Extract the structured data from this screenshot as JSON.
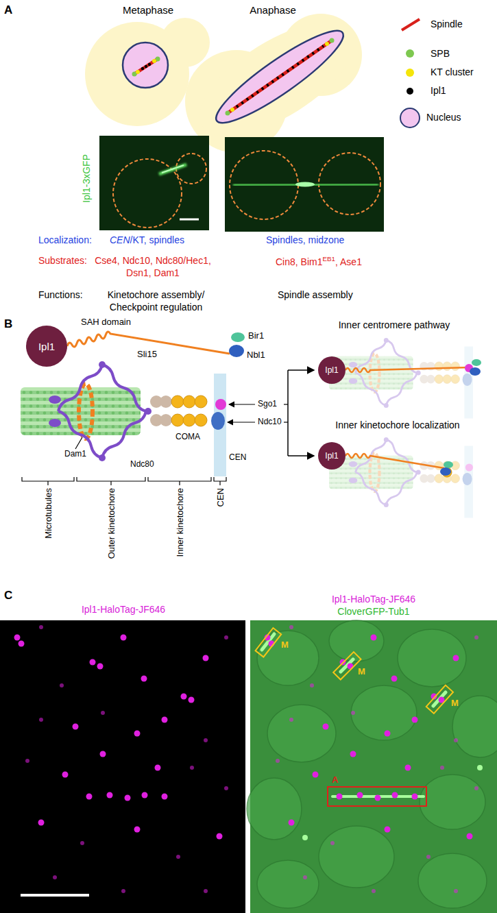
{
  "diagram": {
    "nodes": [
      {
        "text": [
          "Ipl1"
        ]
      },
      {
        "text": [
          "Ipl1"
        ]
      },
      {
        "text": [
          "Ipl1"
        ]
      }
    ],
    "labels": [
      "A",
      "Metaphase",
      "Anaphase",
      "Ipl1-3xGFP",
      "Localization:",
      "CEN",
      "/KT, spindles",
      "Spindles, midzone",
      "Substrates:",
      "Cse4, Ndc10, Ndc80/Hec1, Dsn1, Dam1",
      "Cin8, Bim1",
      "EB1",
      ", Ase1",
      "Functions:",
      "Kinetochore assembly/ Checkpoint regulation",
      "Spindle assembly",
      "B",
      "SAH domain",
      "Sli15",
      "Bir1",
      "Nbl1",
      "Dam1",
      "Ndc80",
      "COMA",
      "Sgo1",
      "Ndc10",
      "CEN",
      "Microtubules",
      "Outer kinetochore",
      "Inner kinetochore",
      "CEN",
      "Inner centromere pathway",
      "Inner kinetochore localization",
      "C",
      "Ipl1-HaloTag-JF646",
      "Ipl1-HaloTag-JF646",
      "CloverGFP-Tub1",
      "M",
      "M",
      "M",
      "A"
    ],
    "legend": [
      {
        "text": "Spindle"
      },
      {
        "text": "SPB",
        "color": "#7ec850"
      },
      {
        "text": "KT cluster",
        "color": "#f5e50a"
      },
      {
        "text": "Ipl1",
        "color": "#000000"
      },
      {
        "text": "Nucleus",
        "color": "#f3c6ef"
      }
    ]
  }
}
